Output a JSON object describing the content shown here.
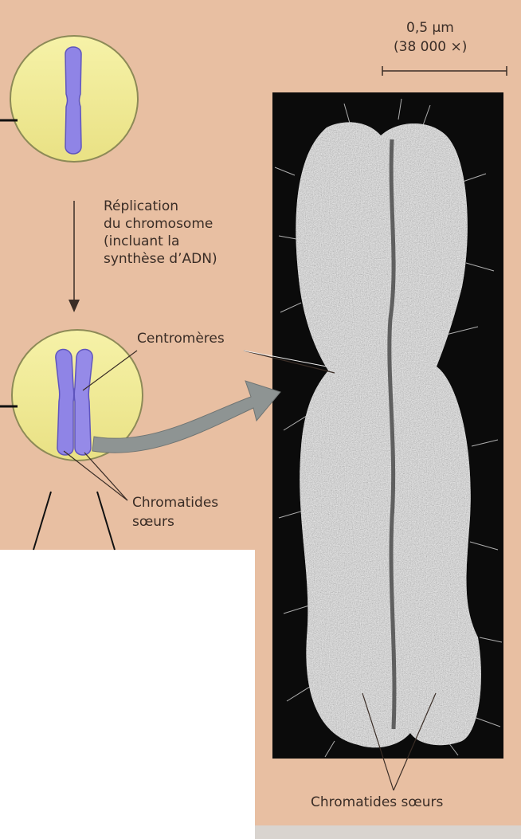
{
  "colors": {
    "panel": "#e8bfa2",
    "cell_fill": "#f3ee98",
    "cell_stroke": "#8d8a57",
    "chromosome": "#8f84e6",
    "chromosome_stroke": "#5f55bd",
    "arrow_gray": "#8e9493",
    "photo_bg": "#0b0b0b",
    "ink": "#3a2d26"
  },
  "scale": {
    "length": "0,5 µm",
    "magnification": "(38 000 ×)"
  },
  "process": {
    "step_lines": [
      "Réplication",
      "du chromosome",
      "(incluant la",
      "synthèse d’ADN)"
    ]
  },
  "labels": {
    "centromeres": "Centromères",
    "sister_chromatids_diagram_lines": [
      "Chromatides",
      "sœurs"
    ],
    "sister_chromatids_photo": "Chromatides sœurs"
  },
  "photo": {
    "description_icon": "sem-micrograph-chromosome"
  }
}
